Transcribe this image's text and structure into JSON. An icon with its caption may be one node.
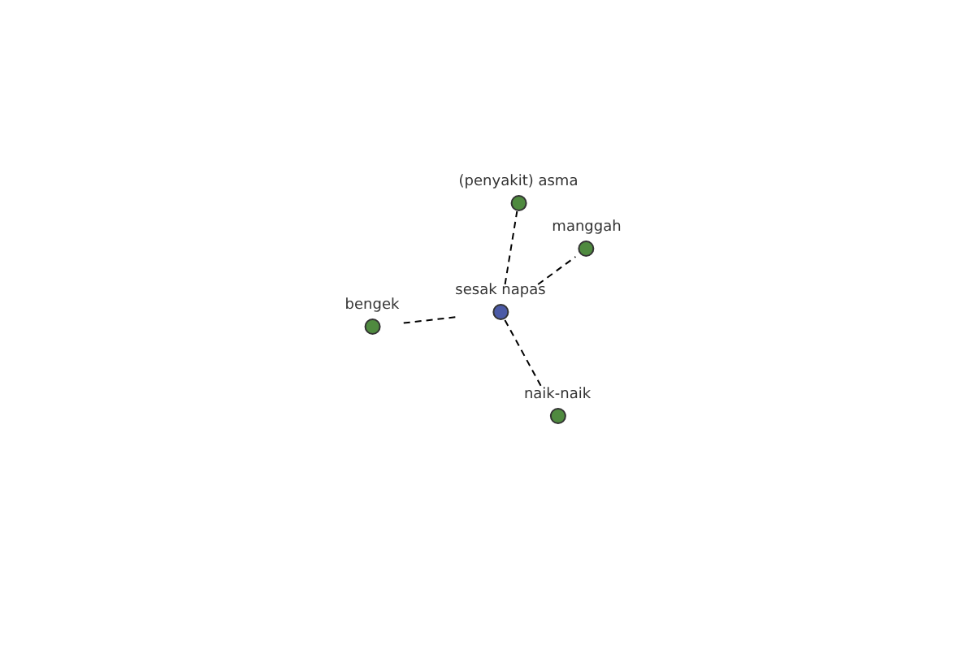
{
  "diagram": {
    "nodes": [
      {
        "text": [
          "sesak napas"
        ]
      },
      {
        "text": [
          "(penyakit) asma"
        ]
      },
      {
        "text": [
          "manggah"
        ]
      },
      {
        "text": [
          "bengek"
        ]
      },
      {
        "text": [
          "naik-naik"
        ]
      }
    ],
    "edges": [
      {
        "from": 0,
        "to": 1,
        "arrow": "none",
        "style": "dashed"
      },
      {
        "from": 0,
        "to": 2,
        "arrow": "none",
        "style": "dashed"
      },
      {
        "from": 0,
        "to": 3,
        "arrow": "none",
        "style": "dashed"
      },
      {
        "from": 0,
        "to": 4,
        "arrow": "none",
        "style": "dashed"
      }
    ]
  }
}
